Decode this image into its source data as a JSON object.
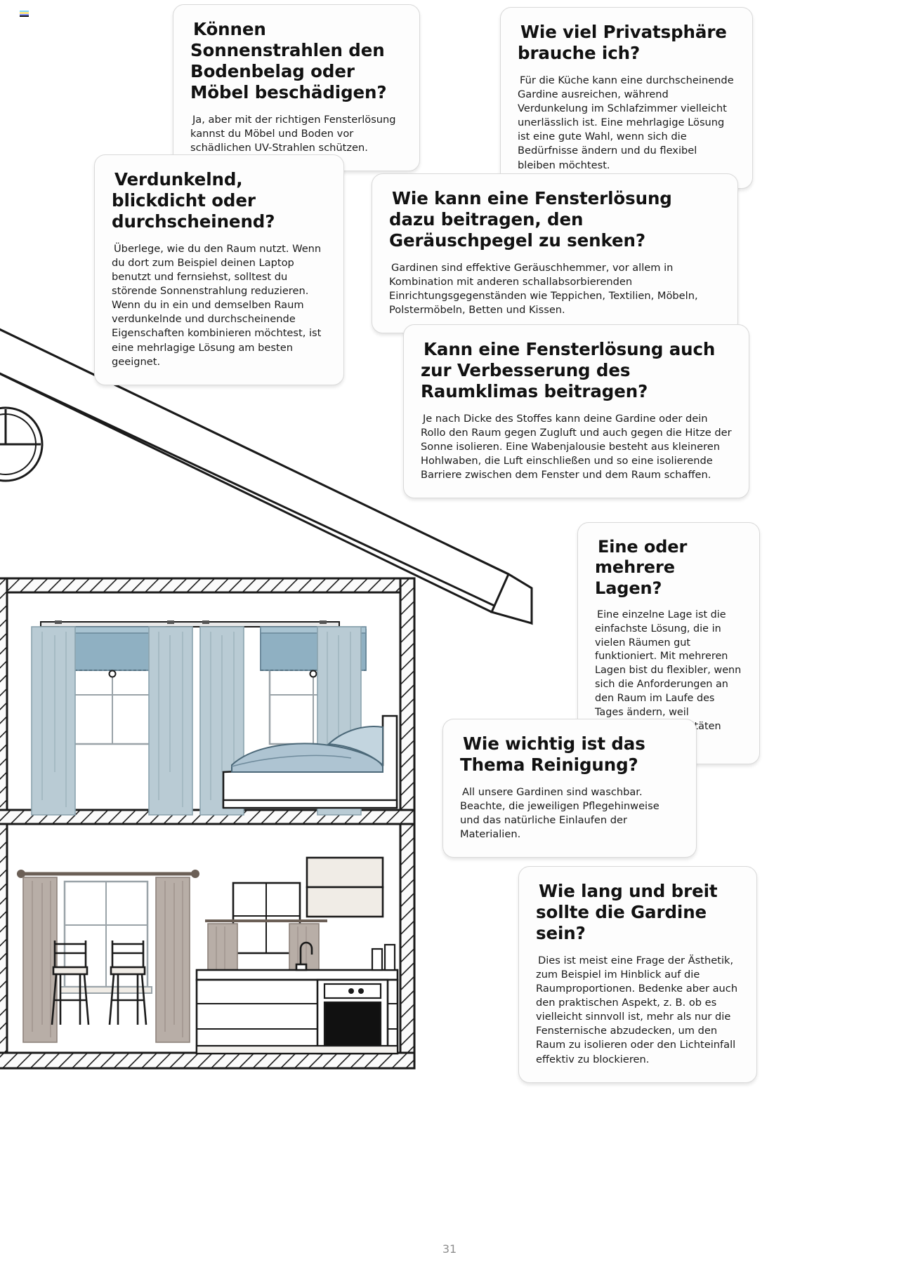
{
  "page": {
    "number": "31",
    "corner_mark_colors": [
      "#7fd8ff",
      "#ffe680",
      "#7f8cff",
      "#111111"
    ]
  },
  "cards": [
    {
      "id": "uv",
      "title": "Können Sonnenstrahlen den Bodenbelag oder Möbel beschädigen?",
      "body": "Ja, aber mit der richtigen Fensterlösung kannst du Möbel und Boden vor schädlichen UV-Strahlen schützen."
    },
    {
      "id": "privacy",
      "title": "Wie viel Privatsphäre brauche ich?",
      "body": "Für die Küche kann eine durchscheinende Gardine ausreichen, während Verdunkelung im Schlafzimmer vielleicht unerlässlich ist. Eine mehrlagige Lösung ist eine gute Wahl, wenn sich die Bedürfnisse ändern und du flexibel bleiben möchtest."
    },
    {
      "id": "opacity",
      "title": "Verdunkelnd, blickdicht oder durchscheinend?",
      "body": "Überlege, wie du den Raum nutzt. Wenn du dort zum Beispiel deinen Laptop benutzt und fernsiehst, solltest du störende Sonnenstrahlung reduzieren. Wenn du in ein und demselben Raum verdunkelnde und durchscheinende Eigenschaften kombinieren möchtest, ist eine mehrlagige Lösung am besten geeignet."
    },
    {
      "id": "noise",
      "title": "Wie kann eine Fensterlösung dazu beitragen, den Geräuschpegel zu senken?",
      "body": "Gardinen sind effektive Geräuschhemmer, vor allem in Kombination mit anderen schallabsorbierenden Einrichtungsgegenständen wie Teppichen, Textilien, Möbeln, Polstermöbeln, Betten und Kissen."
    },
    {
      "id": "climate",
      "title": "Kann eine Fensterlösung auch zur Verbesserung des Raumklimas beitragen?",
      "body": "Je nach Dicke des Stoffes kann deine Gardine oder dein Rollo den Raum gegen Zugluft und auch gegen die Hitze der Sonne isolieren. Eine Wabenjalousie besteht aus kleineren Hohlwaben, die Luft einschließen und so eine isolierende Barriere zwischen dem Fenster und dem Raum schaffen."
    },
    {
      "id": "layers",
      "title": "Eine oder mehrere Lagen?",
      "body": "Eine einzelne Lage ist die einfachste Lösung, die in vielen Räumen gut funktioniert. Mit mehreren Lagen bist du flexibler, wenn sich die An­forderungen an den Raum im Laufe des Tages ändern, weil verschiedene Aktivitäten dort stattfinden."
    },
    {
      "id": "cleaning",
      "title": "Wie wichtig ist das Thema Reinigung?",
      "body": "All unsere Gardinen sind waschbar. Beachte, die jeweiligen Pflegehinweise und das natür­liche Einlaufen der Materialien."
    },
    {
      "id": "size",
      "title": "Wie lang und breit sollte die Gardine sein?",
      "body": "Dies ist meist eine Frage der Ästhetik, zum Beispiel im Hinblick auf die Raumproportionen. Bedenke aber auch den praktischen Aspekt, z. B. ob es vielleicht sinnvoll ist, mehr als nur die Fensternische abzudecken, um den Raum zu isolieren oder den Lichteinfall effektiv zu blockieren."
    }
  ],
  "illustration": {
    "description": "Hausquerschnitt mit Schlafzimmer oben und Küche/Essbereich unten",
    "colors": {
      "curtain_blue": "#b9cbd4",
      "blind_blue": "#8fb0c2",
      "curtain_beige": "#b8aea7",
      "wall_fill": "#fbfbfb",
      "line": "#1a1a1a",
      "cabinet": "#f0ece6",
      "bed_blue": "#aec4d2"
    }
  }
}
